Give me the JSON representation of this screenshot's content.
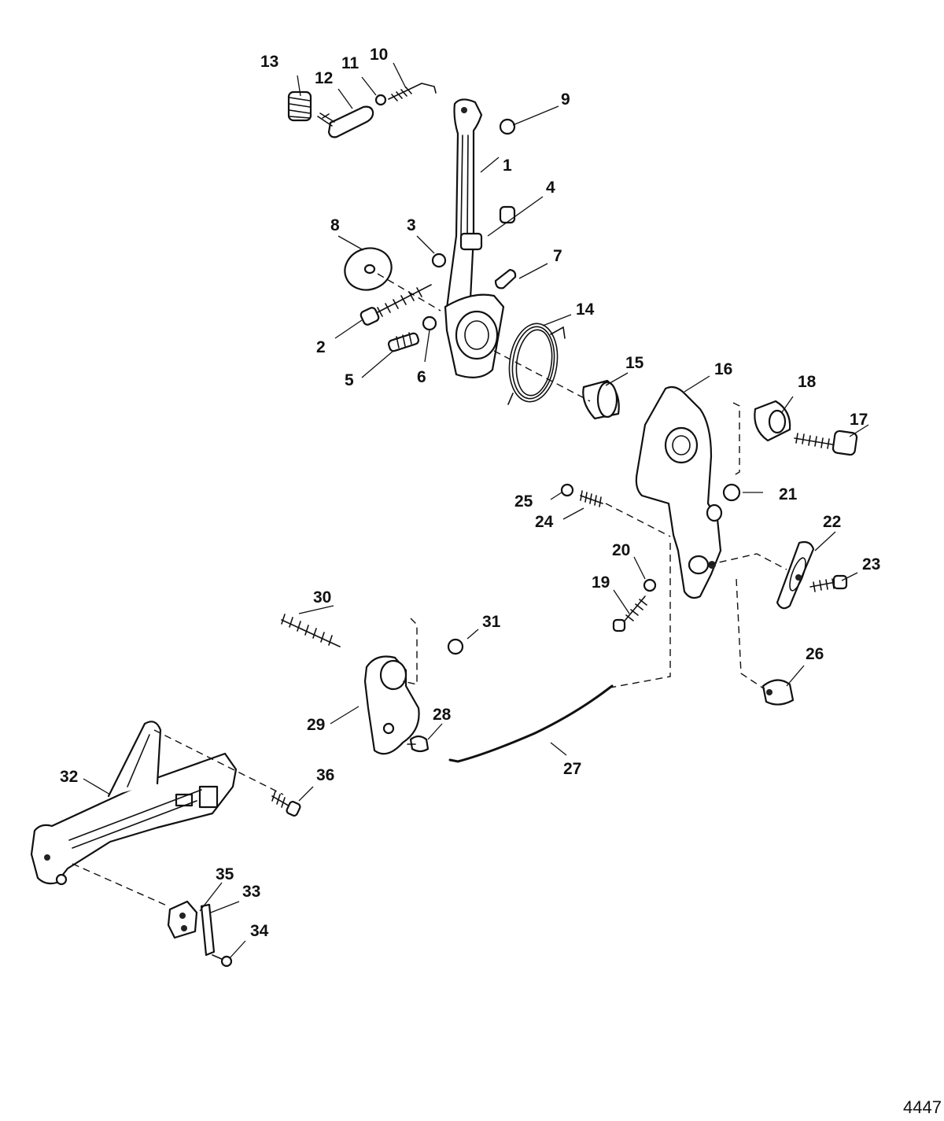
{
  "figure_number": "4447",
  "callouts": {
    "c1": "1",
    "c2": "2",
    "c3": "3",
    "c4": "4",
    "c5": "5",
    "c6": "6",
    "c7": "7",
    "c8": "8",
    "c9": "9",
    "c10": "10",
    "c11": "11",
    "c12": "12",
    "c13": "13",
    "c14": "14",
    "c15": "15",
    "c16": "16",
    "c17": "17",
    "c18": "18",
    "c19": "19",
    "c20": "20",
    "c21": "21",
    "c22": "22",
    "c23": "23",
    "c24": "24",
    "c25": "25",
    "c26": "26",
    "c27": "27",
    "c28": "28",
    "c29": "29",
    "c30": "30",
    "c31": "31",
    "c32": "32",
    "c33": "33",
    "c34": "34",
    "c35": "35",
    "c36": "36"
  }
}
